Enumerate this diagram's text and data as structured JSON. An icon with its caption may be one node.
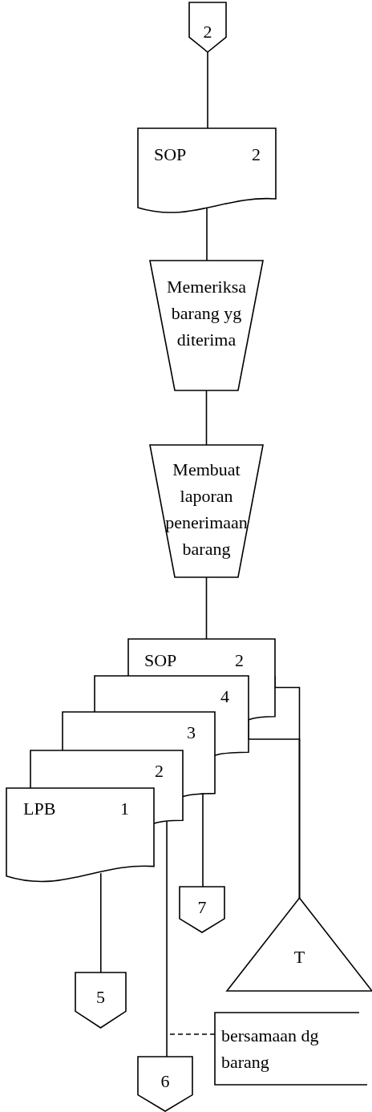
{
  "diagram": {
    "nodes": [
      {
        "text": [
          "2"
        ]
      },
      {
        "text": [
          "SOP",
          "2"
        ]
      },
      {
        "text": [
          "Memeriksa barang yg diterima"
        ]
      },
      {
        "text": [
          "Membuat laporan penerimaan barang"
        ]
      },
      {
        "text": [
          "SOP",
          "2"
        ]
      },
      {
        "text": [
          "4"
        ]
      },
      {
        "text": [
          "3"
        ]
      },
      {
        "text": [
          "2"
        ]
      },
      {
        "text": [
          "LPB",
          "1"
        ]
      },
      {
        "text": [
          "7"
        ]
      },
      {
        "text": [
          "T"
        ]
      },
      {
        "text": [
          "5"
        ]
      },
      {
        "text": [
          "bersamaan dg barang"
        ]
      },
      {
        "text": [
          "6"
        ]
      }
    ],
    "edges": [
      {
        "from": 0,
        "to": 1,
        "arrow": "none"
      },
      {
        "from": 1,
        "to": 2,
        "arrow": "none"
      },
      {
        "from": 2,
        "to": 3,
        "arrow": "none"
      },
      {
        "from": 3,
        "to": 4,
        "arrow": "none"
      },
      {
        "from": 4,
        "to": 10,
        "arrow": "none"
      },
      {
        "from": 5,
        "to": 10,
        "arrow": "none"
      },
      {
        "from": 6,
        "to": 9,
        "arrow": "none"
      },
      {
        "from": 7,
        "to": 13,
        "arrow": "none"
      },
      {
        "from": 8,
        "to": 11,
        "arrow": "none"
      },
      {
        "from": 12,
        "to": null,
        "arrow": "none",
        "style": "dashed"
      }
    ]
  }
}
